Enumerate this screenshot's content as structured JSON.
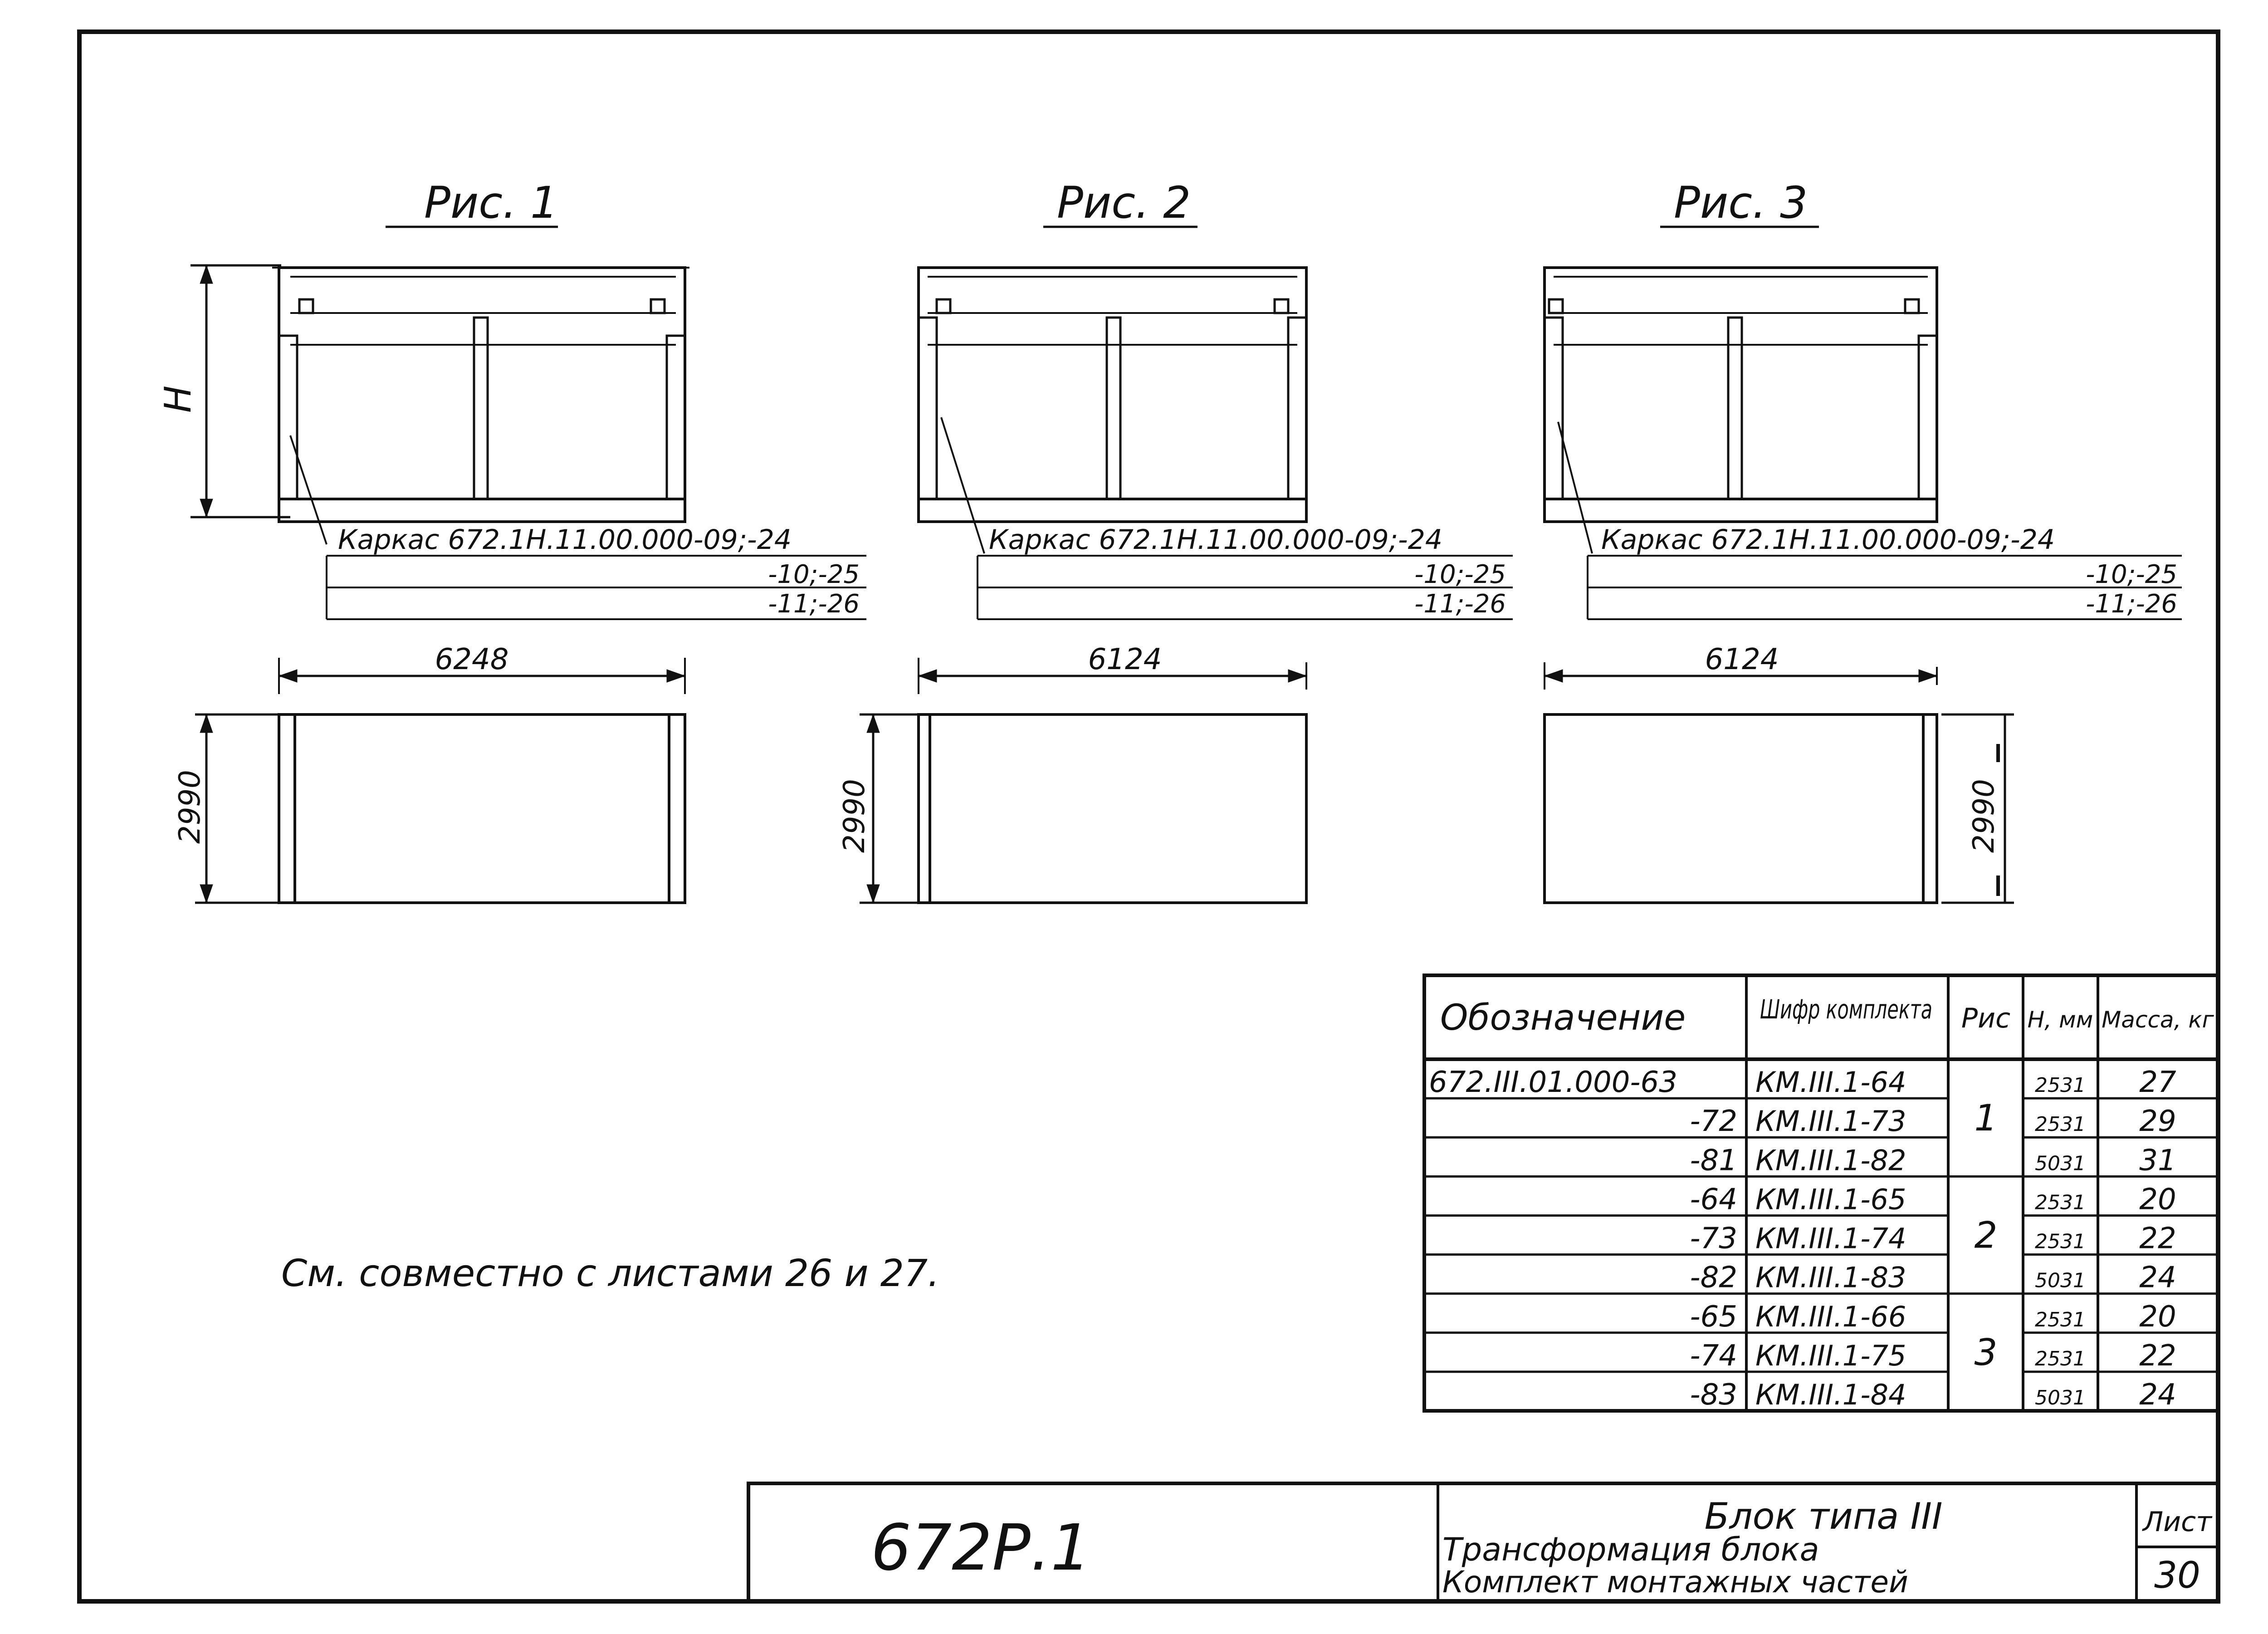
{
  "figures": [
    {
      "caption": "Рис. 1",
      "frame_label": "Каркас 672.1Н.11.00.000-09;-24",
      "frame_label_2": "-10;-25",
      "frame_label_3": "-11;-26",
      "height_label": "Н",
      "width_dim": "6248",
      "height_dim": "2990"
    },
    {
      "caption": "Рис. 2",
      "frame_label": "Каркас 672.1Н.11.00.000-09;-24",
      "frame_label_2": "-10;-25",
      "frame_label_3": "-11;-26",
      "width_dim": "6124",
      "height_dim": "2990"
    },
    {
      "caption": "Рис. 3",
      "frame_label": "Каркас 672.1Н.11.00.000-09;-24",
      "frame_label_2": "-10;-25",
      "frame_label_3": "-11;-26",
      "width_dim": "6124",
      "height_dim": "2990"
    }
  ],
  "note": "См. совместно с листами 26 и 27.",
  "table": {
    "headers": {
      "designation": "Обозначение",
      "code": "Шифр комплекта",
      "fig": "Рис",
      "h": "Н, мм",
      "mass": "Масса, кг"
    },
    "rows": [
      {
        "designation": "672.III.01.000-63",
        "code": "КМ.III.1-64",
        "h": "2531",
        "mass": "27"
      },
      {
        "designation": "-72",
        "code": "КМ.III.1-73",
        "h": "2531",
        "mass": "29"
      },
      {
        "designation": "-81",
        "code": "КМ.III.1-82",
        "h": "5031",
        "mass": "31"
      },
      {
        "designation": "-64",
        "code": "КМ.III.1-65",
        "h": "2531",
        "mass": "20"
      },
      {
        "designation": "-73",
        "code": "КМ.III.1-74",
        "h": "2531",
        "mass": "22"
      },
      {
        "designation": "-82",
        "code": "КМ.III.1-83",
        "h": "5031",
        "mass": "24"
      },
      {
        "designation": "-65",
        "code": "КМ.III.1-66",
        "h": "2531",
        "mass": "20"
      },
      {
        "designation": "-74",
        "code": "КМ.III.1-75",
        "h": "2531",
        "mass": "22"
      },
      {
        "designation": "-83",
        "code": "КМ.III.1-84",
        "h": "5031",
        "mass": "24"
      }
    ],
    "fig_groups": [
      "1",
      "2",
      "3"
    ]
  },
  "title_block": {
    "code": "672Р.1",
    "title_line1": "Блок типа III",
    "title_line2": "Трансформация блока",
    "title_line3": "Комплект монтажных частей",
    "sheet_label": "Лист",
    "sheet_number": "30"
  }
}
